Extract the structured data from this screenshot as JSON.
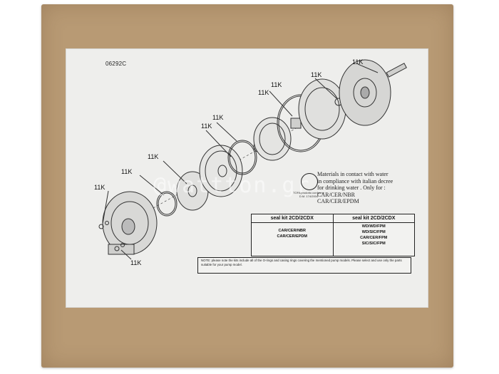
{
  "document": {
    "code": "06292C",
    "callouts": [
      "11K",
      "11K",
      "11K",
      "11K",
      "11K",
      "11K",
      "11K",
      "11K",
      "11K"
    ],
    "watermark": "@wattton.gr",
    "materials": [
      "Materials in contact with water",
      "in compliance with italian decree",
      "for drinking water . Only for :",
      "CAR/CER/NBR",
      "CAR/CER/EPDM"
    ],
    "logo_caption": "TOFA prodotto conforme D.M. 174/2004",
    "kit_table": {
      "left": {
        "header": "seal kit 2CD/2CDX",
        "items": [
          "CAR/CER/NBR",
          "CAR/CER/EPDM"
        ]
      },
      "right": {
        "header": "seal kit 2CD/2CDX",
        "items": [
          "WD/WD/FPM",
          "WD/SIC/FPM",
          "CAR/CER/FPM",
          "SIC/SIC/FPM"
        ]
      }
    },
    "note": "NOTE: please note the kits include all of the O-rings and casing rings covering the mentioned pump models. Please select and use only the parts suitable for your pump model."
  }
}
